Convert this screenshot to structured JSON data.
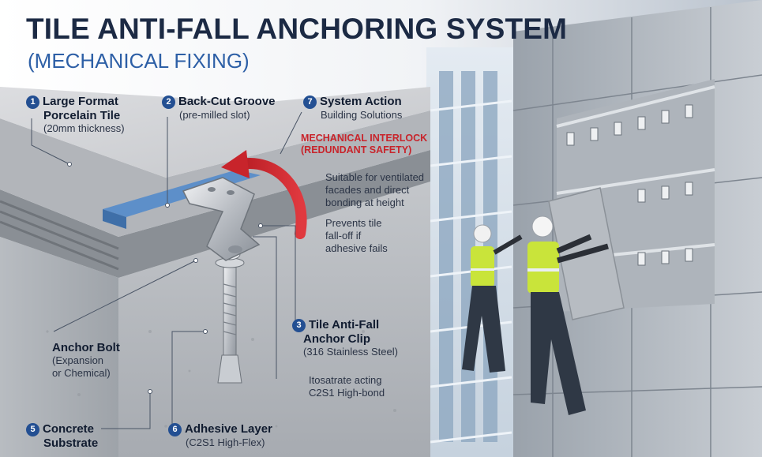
{
  "header": {
    "title": "TILE ANTI-FALL ANCHORING SYSTEM",
    "subtitle": "(MECHANICAL FIXING)"
  },
  "callouts": {
    "tile": {
      "number": "1",
      "title_line1": "Large Format",
      "title_line2": "Porcelain Tile",
      "detail": "(20mm thickness)"
    },
    "groove": {
      "number": "2",
      "title": "Back-Cut Groove",
      "detail": "(pre-milled slot)"
    },
    "clip": {
      "number": "3",
      "title_line1": "Tile Anti-Fall",
      "title_line2": "Anchor Clip",
      "detail": "(316 Stainless Steel)"
    },
    "bolt": {
      "title": "Anchor Bolt",
      "detail_line1": "(Expansion",
      "detail_line2": "or Chemical)"
    },
    "substrate": {
      "number": "5",
      "title_line1": "Concrete",
      "title_line2": "Substrate"
    },
    "adhesive": {
      "number": "6",
      "title": "Adhesive Layer",
      "detail": "(C2S1 High-Flex)"
    },
    "system": {
      "number": "7",
      "title": "System Action",
      "detail": "Building Solutions"
    },
    "itosatrate": {
      "line1": "Itosatrate acting",
      "line2": "C2S1 High-bond"
    }
  },
  "action": {
    "label_line1": "MECHANICAL INTERLOCK",
    "label_line2": "(REDUNDANT SAFETY)",
    "note1_line1": "Suitable for ventilated",
    "note1_line2": "facades and direct",
    "note1_line3": "bonding at height",
    "note2_line1": "Prevents tile",
    "note2_line2": "fall-off if",
    "note2_line3": "adhesive fails"
  },
  "colors": {
    "title": "#1c2a44",
    "subtitle": "#2d5fa6",
    "badge": "#234f92",
    "warning": "#c8242b",
    "adhesive": "#5d8fc9",
    "vest": "#c9e43a"
  }
}
